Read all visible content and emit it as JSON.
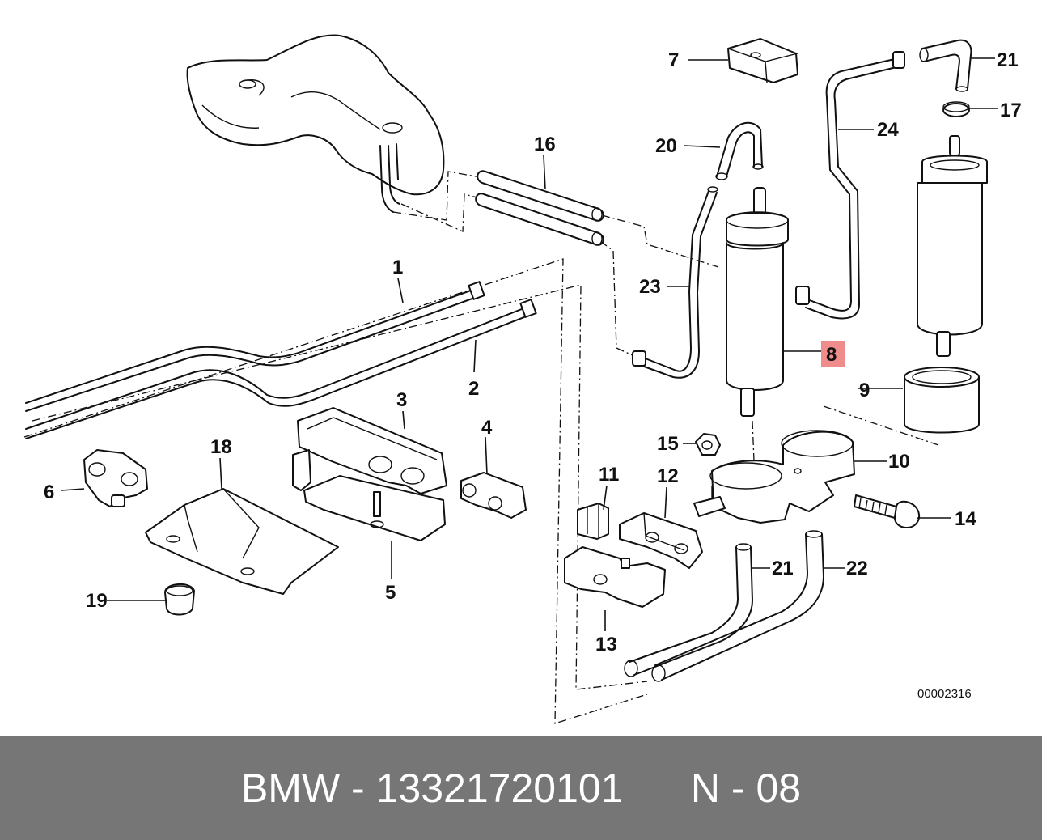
{
  "diagram": {
    "highlight_color": "#f08c8c",
    "highlighted_label": "8",
    "labels": {
      "p1": "1",
      "p2": "2",
      "p3": "3",
      "p4": "4",
      "p5": "5",
      "p6": "6",
      "p7": "7",
      "p8": "8",
      "p9": "9",
      "p10": "10",
      "p11": "11",
      "p12": "12",
      "p13": "13",
      "p14": "14",
      "p15": "15",
      "p16": "16",
      "p17": "17",
      "p18": "18",
      "p19": "19",
      "p20": "20",
      "p21a": "21",
      "p21b": "21",
      "p22": "22",
      "p23": "23",
      "p24": "24"
    },
    "reference_number": "00002316"
  },
  "footer": {
    "brand": "BMW",
    "separator": "-",
    "part_number": "13321720101",
    "position_prefix": "N",
    "position_separator": "-",
    "position_number": "08",
    "background_color": "#767676",
    "text_color": "#ffffff"
  }
}
